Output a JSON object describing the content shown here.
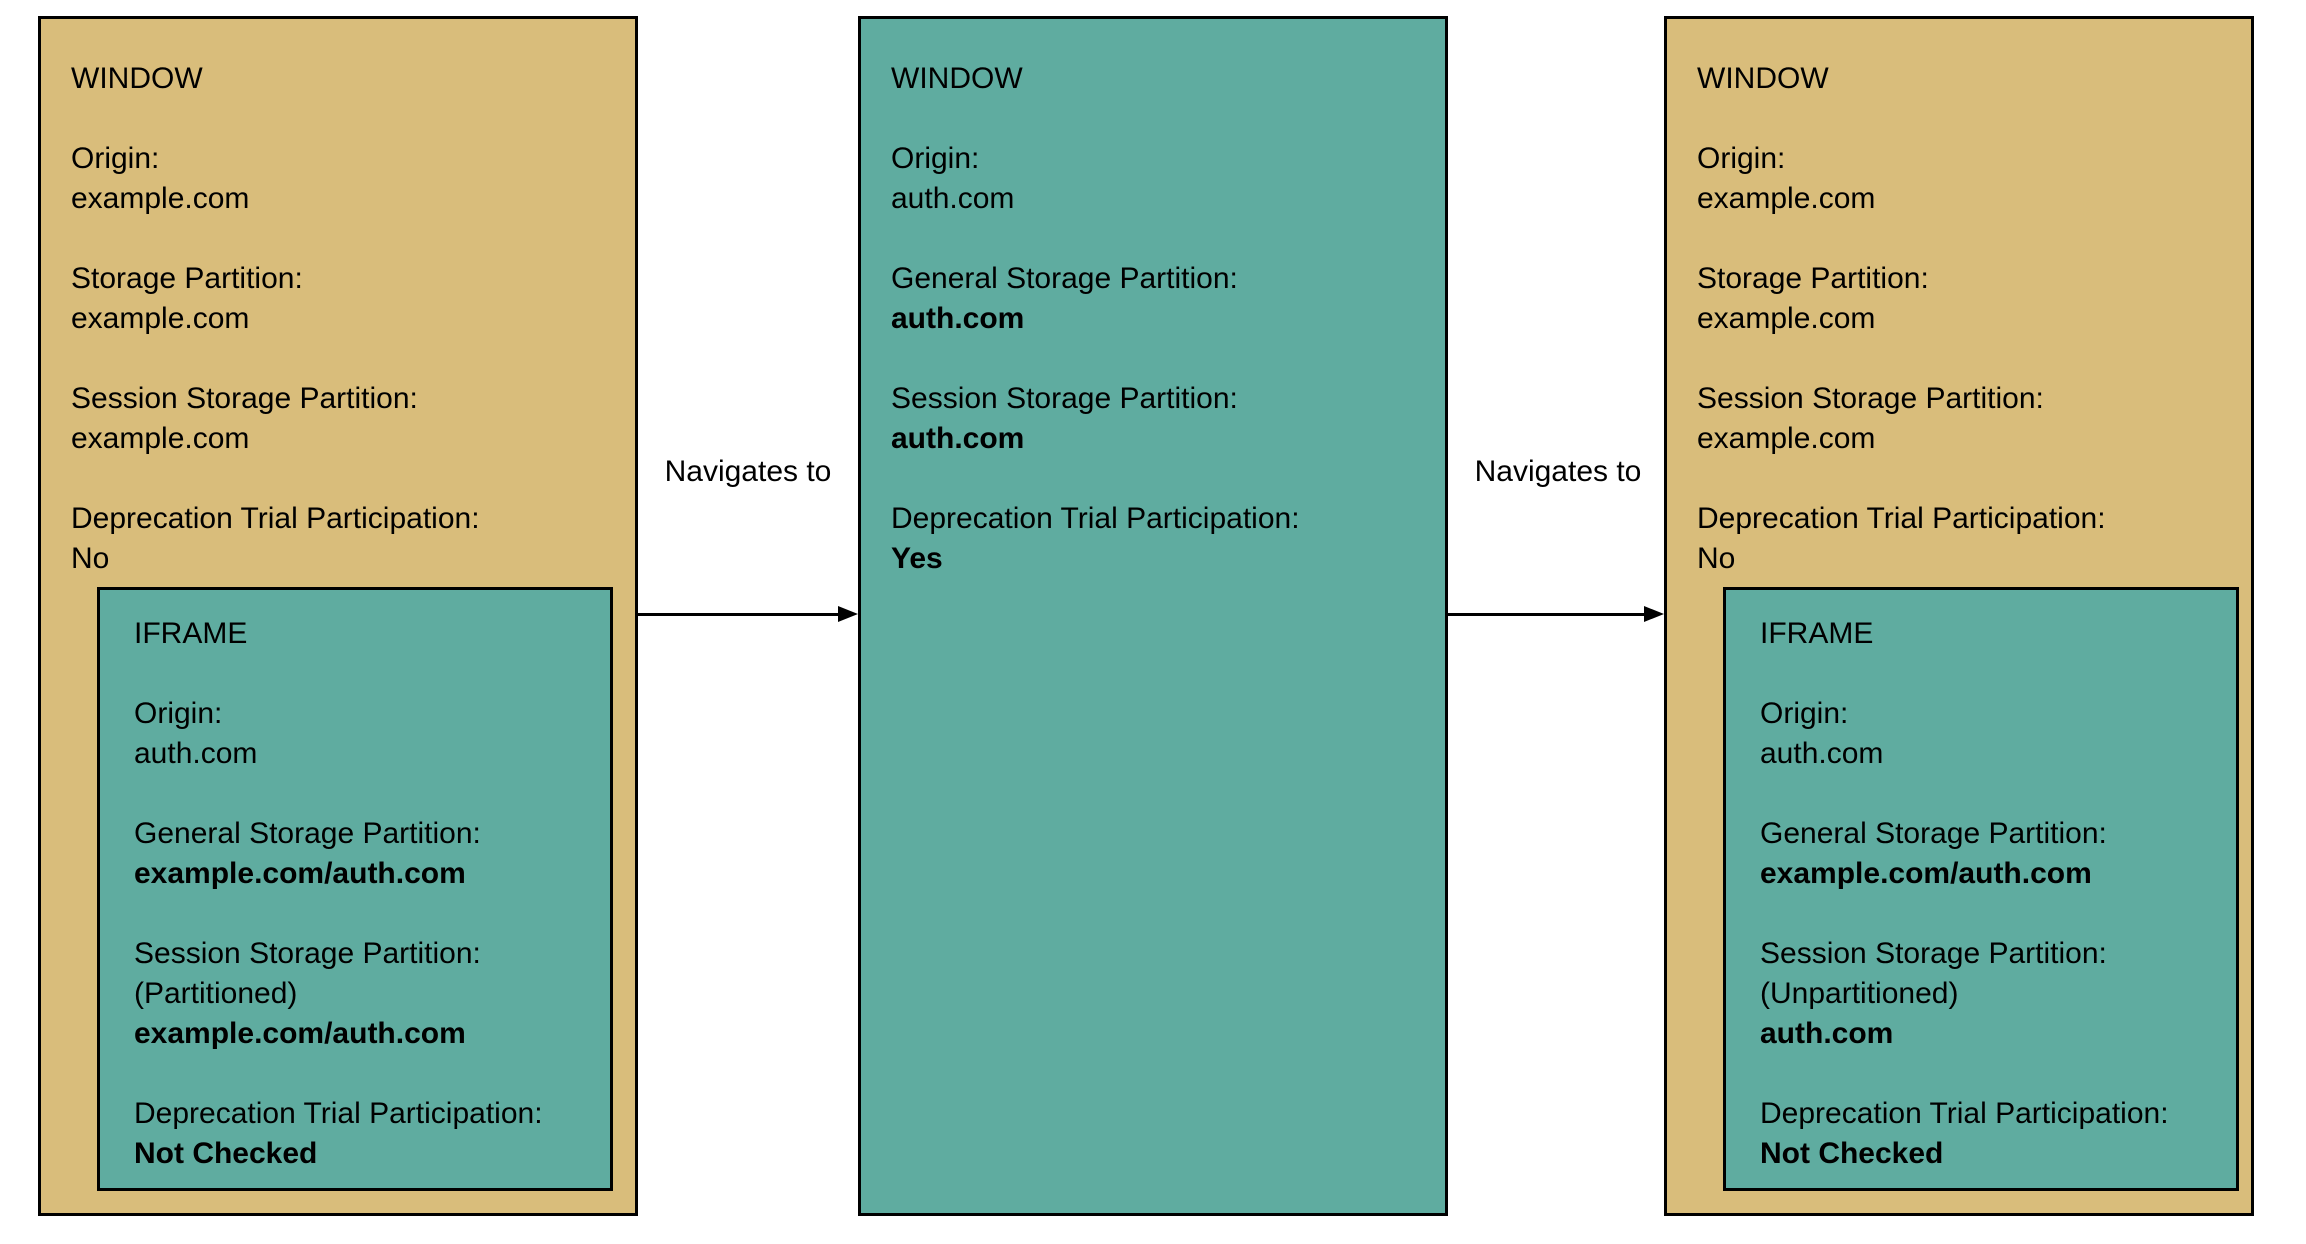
{
  "colors": {
    "background": "#ffffff",
    "window_tan_fill": "#d9bd7b",
    "teal_fill": "#5faca0",
    "border": "#000000",
    "text": "#000000"
  },
  "connectors": [
    {
      "label": "Navigates to"
    },
    {
      "label": "Navigates to"
    }
  ],
  "boxes": [
    {
      "title": "WINDOW",
      "fill": "tan",
      "fields": [
        {
          "label": "Origin:",
          "value": "example.com",
          "value_bold": false
        },
        {
          "label": "Storage Partition:",
          "value": "example.com",
          "value_bold": false
        },
        {
          "label": "Session Storage Partition:",
          "value": "example.com",
          "value_bold": false
        },
        {
          "label": "Deprecation Trial Participation:",
          "value": "No",
          "value_bold": false
        }
      ],
      "iframe": {
        "title": "IFRAME",
        "fill": "teal",
        "fields": [
          {
            "label": "Origin:",
            "value": "auth.com",
            "value_bold": false
          },
          {
            "label": "General Storage Partition:",
            "value": "example.com/auth.com",
            "value_bold": true
          },
          {
            "label": "Session Storage Partition:",
            "note": "(Partitioned)",
            "value": "example.com/auth.com",
            "value_bold": true
          },
          {
            "label": "Deprecation Trial Participation:",
            "value": "Not Checked",
            "value_bold": true
          }
        ]
      }
    },
    {
      "title": "WINDOW",
      "fill": "teal",
      "fields": [
        {
          "label": "Origin:",
          "value": "auth.com",
          "value_bold": false
        },
        {
          "label": "General Storage Partition:",
          "value": "auth.com",
          "value_bold": true
        },
        {
          "label": "Session Storage Partition:",
          "value": "auth.com",
          "value_bold": true
        },
        {
          "label": "Deprecation Trial Participation:",
          "value": "Yes",
          "value_bold": true
        }
      ]
    },
    {
      "title": "WINDOW",
      "fill": "tan",
      "fields": [
        {
          "label": "Origin:",
          "value": "example.com",
          "value_bold": false
        },
        {
          "label": "Storage Partition:",
          "value": "example.com",
          "value_bold": false
        },
        {
          "label": "Session Storage Partition:",
          "value": "example.com",
          "value_bold": false
        },
        {
          "label": "Deprecation Trial Participation:",
          "value": "No",
          "value_bold": false
        }
      ],
      "iframe": {
        "title": "IFRAME",
        "fill": "teal",
        "fields": [
          {
            "label": "Origin:",
            "value": "auth.com",
            "value_bold": false
          },
          {
            "label": "General Storage Partition:",
            "value": "example.com/auth.com",
            "value_bold": true
          },
          {
            "label": "Session Storage Partition:",
            "note": "(Unpartitioned)",
            "value": "auth.com",
            "value_bold": true
          },
          {
            "label": "Deprecation Trial Participation:",
            "value": "Not Checked",
            "value_bold": true
          }
        ]
      }
    }
  ]
}
